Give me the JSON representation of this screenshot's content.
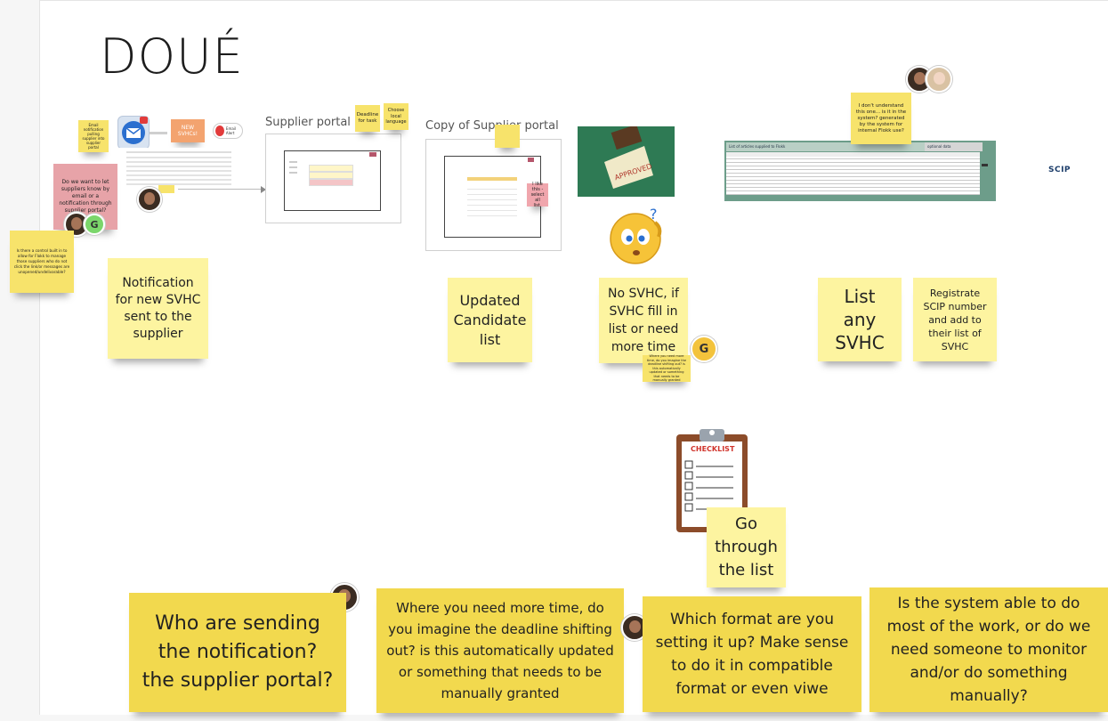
{
  "board": {
    "title": "DOUÉ",
    "frame_supplier_portal": "Supplier portal",
    "frame_copy_portal": "Copy of Supplier portal",
    "scip_logo": "SCIP"
  },
  "email_area": {
    "email_notification_sticky": "Email notification pulling supplier into supplier portal",
    "new_svhcs_sticky": "NEW SVHCs!",
    "email_alert_badge": "Email Alert",
    "question_let_suppliers_know": "Do we want to let suppliers know by email or a notification through supplier portal?",
    "question_control": "Is there a control built in to allow for Flokk to manage those suppliers who do not click the link/or messages are unopened/undelivarable?"
  },
  "portal_area": {
    "deadline_sticky": "Deadline for task",
    "choose_language_sticky": "Choose local language",
    "like_this_sticky": "I like this - select all list."
  },
  "process_stickies": {
    "notification": "Notification for new SVHC sent to the supplier",
    "updated_candidate": "Updated Candidate list",
    "no_svhc": "No SVHC, if SVHC fill in list or need more time",
    "more_time_note": "Where you need more time, do you imagine the deadline shifting out? is this automatically updated or something that needs to be manually granted",
    "list_any": "List any SVHC",
    "registrate_scip": "Registrate SCIP number and add to their list of SVHC",
    "dont_understand": "I don't understand this one... is it in the system? generated by the system for internal Flokk use?",
    "go_through": "Go through the list",
    "checklist_title": "CHECKLIST"
  },
  "bottom_questions": [
    "Who are sending the notification? the supplier portal?",
    "Where you need more time, do you imagine the deadline shifting out? is this automatically updated or something that needs to be manually granted",
    "Which format are you setting it up? Make sense to do it in compatible format  or even viwe",
    "Is the system able to do most of the work, or do we need someone to monitor and/or do something manually?"
  ],
  "badges": {
    "g_letter": "G"
  },
  "spreadsheet": {
    "header": "List of articles supplied to Flokk",
    "optional": "optional data"
  }
}
